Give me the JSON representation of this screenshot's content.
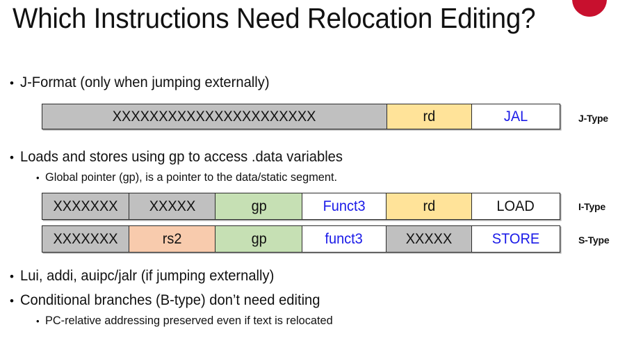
{
  "slide": {
    "title": "Which Instructions Need Relocation Editing?",
    "accent_color": "#C8102E",
    "background_color": "#FFFFFF"
  },
  "decor": {
    "red_circle_name": "red-circle-decoration"
  },
  "bullets": [
    {
      "level": 1,
      "marker": "•",
      "text": "J-Format (only when jumping externally)"
    },
    {
      "level": 1,
      "marker": "•",
      "text": "Loads and stores using gp to access .data variables"
    },
    {
      "level": 2,
      "marker": "•",
      "text": "Global pointer (gp), is a pointer to the data/static segment."
    },
    {
      "level": 1,
      "marker": "•",
      "text": "Lui, addi, auipc/jalr (if jumping externally)"
    },
    {
      "level": 1,
      "marker": "•",
      "text": "Conditional branches (B-type) don’t need editing"
    },
    {
      "level": 2,
      "marker": "•",
      "text": "PC-relative addressing preserved even if text is relocated"
    }
  ],
  "colors": {
    "gray": "#C0C0C0",
    "green": "#C6E0B4",
    "yellow": "#FFE399",
    "orange": "#F8CBAD",
    "white": "#FFFFFF",
    "blue_text": "#1A1AE8",
    "black_text": "#111111",
    "border": "#2B2B2B"
  },
  "formats": [
    {
      "type_label": "J-Type",
      "cells": [
        {
          "text": "XXXXXXXXXXXXXXXXXXXXXX",
          "fill": "gray",
          "text_color": "black",
          "width_pct": 66.6
        },
        {
          "text": "rd",
          "fill": "yellow",
          "text_color": "black",
          "width_pct": 16.5
        },
        {
          "text": "JAL",
          "fill": "white",
          "text_color": "blue",
          "width_pct": 16.9
        }
      ]
    },
    {
      "type_label": "I-Type",
      "cells": [
        {
          "text": "XXXXXXX",
          "fill": "gray",
          "text_color": "black",
          "width_pct": 16.8
        },
        {
          "text": "XXXXX",
          "fill": "gray",
          "text_color": "black",
          "width_pct": 16.7
        },
        {
          "text": "gp",
          "fill": "green",
          "text_color": "black",
          "width_pct": 16.8
        },
        {
          "text": "Funct3",
          "fill": "white",
          "text_color": "blue",
          "width_pct": 16.2
        },
        {
          "text": "rd",
          "fill": "yellow",
          "text_color": "black",
          "width_pct": 16.6
        },
        {
          "text": "LOAD",
          "fill": "white",
          "text_color": "black",
          "width_pct": 16.9
        }
      ]
    },
    {
      "type_label": "S-Type",
      "cells": [
        {
          "text": "XXXXXXX",
          "fill": "gray",
          "text_color": "black",
          "width_pct": 16.8
        },
        {
          "text": "rs2",
          "fill": "orange",
          "text_color": "black",
          "width_pct": 16.7
        },
        {
          "text": "gp",
          "fill": "green",
          "text_color": "black",
          "width_pct": 16.8
        },
        {
          "text": "funct3",
          "fill": "white",
          "text_color": "blue",
          "width_pct": 16.2
        },
        {
          "text": "XXXXX",
          "fill": "gray",
          "text_color": "black",
          "width_pct": 16.6
        },
        {
          "text": "STORE",
          "fill": "white",
          "text_color": "blue",
          "width_pct": 16.9
        }
      ]
    }
  ]
}
